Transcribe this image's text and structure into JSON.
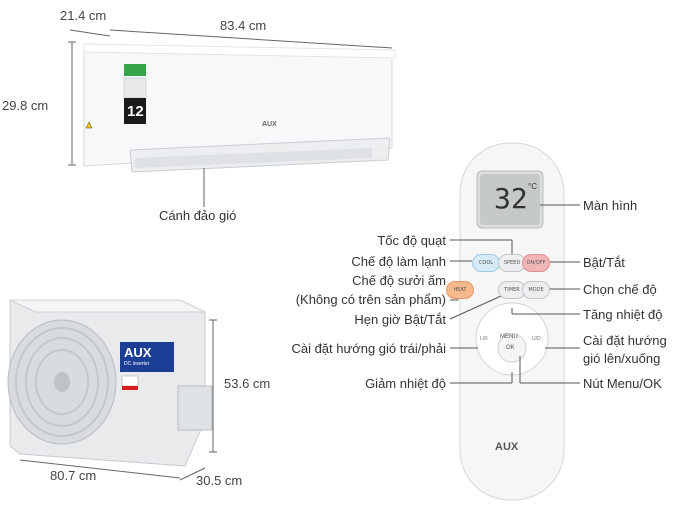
{
  "indoor_unit": {
    "depth": "21.4 cm",
    "width": "83.4 cm",
    "height": "29.8 cm",
    "brand": "AUX",
    "badge_number": "12",
    "louver_label": "Cánh đảo gió"
  },
  "outdoor_unit": {
    "height": "53.6 cm",
    "width": "80.7 cm",
    "depth": "30.5 cm",
    "brand": "AUX",
    "sub_brand": "DC inverter"
  },
  "remote": {
    "display_temp": "32",
    "display_unit": "°C",
    "brand": "AUX",
    "buttons": {
      "cool": "COOL",
      "speed": "SPEED",
      "onoff": "ON/OFF",
      "heat": "HEAT",
      "timer": "TIMER",
      "mode": "MODE",
      "menu": "MENU",
      "ok": "OK",
      "lr": "L/R",
      "ud": "U/D"
    }
  },
  "callouts": {
    "screen": "Màn hình",
    "fan_speed": "Tốc độ quạt",
    "cool_mode": "Chế độ làm lạnh",
    "heat_mode": "Chế độ sưởi ấm",
    "heat_note": "(Không có trên sản phẩm)",
    "timer": "Hẹn giờ Bật/Tắt",
    "lr_swing": "Cài đặt hướng gió trái/phải",
    "temp_down": "Giảm nhiệt độ",
    "power": "Bật/Tắt",
    "mode": "Chọn chế độ",
    "temp_up": "Tăng nhiệt độ",
    "ud_swing_1": "Cài đặt hướng",
    "ud_swing_2": "gió lên/xuống",
    "menu_ok": "Nút Menu/OK"
  },
  "colors": {
    "line": "#555555",
    "cool_button": "#d6ebf7",
    "heat_button": "#f6b98c",
    "onoff_button": "#f3b6b6",
    "brand_blue": "#1c3f95"
  }
}
